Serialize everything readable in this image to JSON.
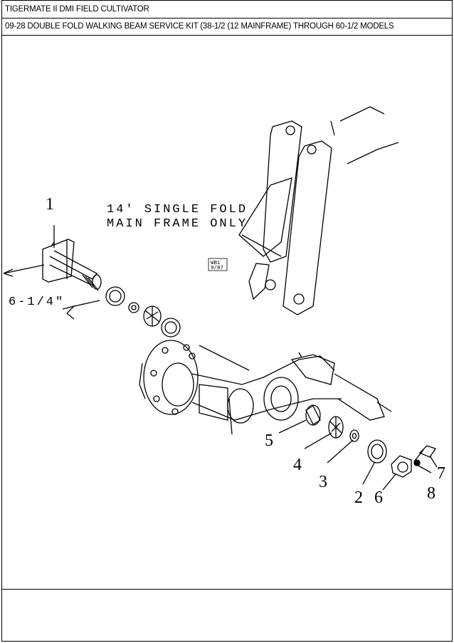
{
  "header": {
    "title": "TIGERMATE II DMI FIELD CULTIVATOR",
    "subtitle": "09-28 DOUBLE FOLD WALKING BEAM SERVICE KIT (38-1/2 (12 MAINFRAME) THROUGH 60-1/2 MODELS"
  },
  "diagram": {
    "note_line1": "14' SINGLE FOLD",
    "note_line2": "MAIN FRAME ONLY",
    "dimension": "6-1/4\"",
    "stamp_line1": "WB1",
    "stamp_line2": "9/87",
    "callouts": [
      "1",
      "5",
      "4",
      "3",
      "2",
      "6",
      "8",
      "7"
    ]
  }
}
